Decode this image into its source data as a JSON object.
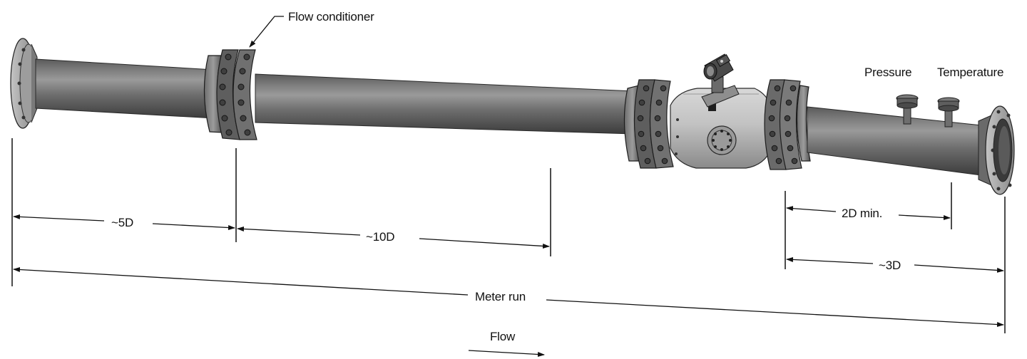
{
  "labels": {
    "flow_conditioner": "Flow conditioner",
    "pressure": "Pressure",
    "temperature": "Temperature",
    "five_d": "~5D",
    "ten_d": "~10D",
    "two_d_min": "2D min.",
    "three_d": "~3D",
    "meter_run": "Meter run",
    "flow": "Flow"
  },
  "colors": {
    "pipe_dark": "#4a4a4a",
    "pipe_mid": "#7a7a7a",
    "pipe_light": "#a9a9a9",
    "meter_body": "#c8c8c8",
    "flange": "#5a5a5a",
    "line": "#111111"
  }
}
